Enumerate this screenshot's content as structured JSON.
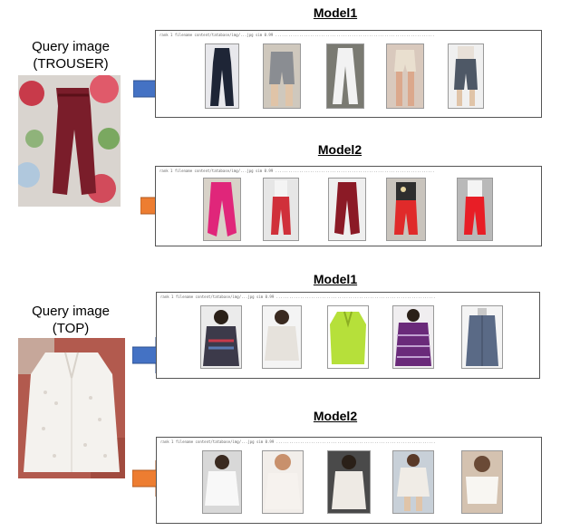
{
  "trouser": {
    "query_label_line1": "Query image",
    "query_label_line2": "(TROUSER)",
    "model1_title": "Model1",
    "model2_title": "Model2",
    "model1_arrow_color": "#4472c4",
    "model2_arrow_color": "#ed7d31"
  },
  "top": {
    "query_label_line1": "Query image",
    "query_label_line2": "(TOP)",
    "model1_title": "Model1",
    "model2_title": "Model2",
    "model1_arrow_color": "#4472c4",
    "model2_arrow_color": "#ed7d31"
  }
}
